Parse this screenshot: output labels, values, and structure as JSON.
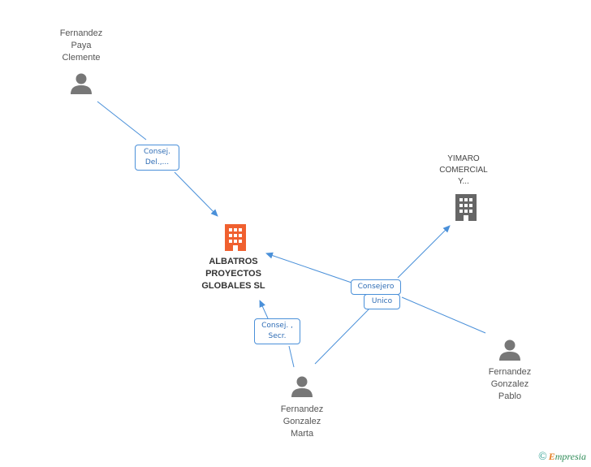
{
  "nodes": {
    "fernandez_paya": {
      "label": "Fernandez\nPaya\nClemente",
      "type": "person"
    },
    "albatros": {
      "label": "ALBATROS\nPROYECTOS\nGLOBALES SL",
      "type": "company-main"
    },
    "yimaro": {
      "label": "YIMARO\nCOMERCIAL\nY...",
      "type": "company"
    },
    "fernandez_marta": {
      "label": "Fernandez\nGonzalez\nMarta",
      "type": "person"
    },
    "fernandez_pablo": {
      "label": "Fernandez\nGonzalez\nPablo",
      "type": "person"
    }
  },
  "edges": {
    "paya_to_albatros": {
      "label": "Consej.\nDel.,..."
    },
    "marta_to_albatros": {
      "label": "Consej. ,\nSecr."
    },
    "consejero_unico": {
      "label_top": "Consejero",
      "label_bottom": "Unico"
    }
  },
  "icons": {
    "person": "person-icon",
    "company": "building-icon"
  },
  "colors": {
    "edge": "#4a90d9",
    "person_icon": "#777777",
    "main_company": "#f0602f",
    "company": "#666666"
  },
  "watermark": {
    "symbol": "©",
    "brand_first": "E",
    "brand_rest": "mpresia"
  }
}
